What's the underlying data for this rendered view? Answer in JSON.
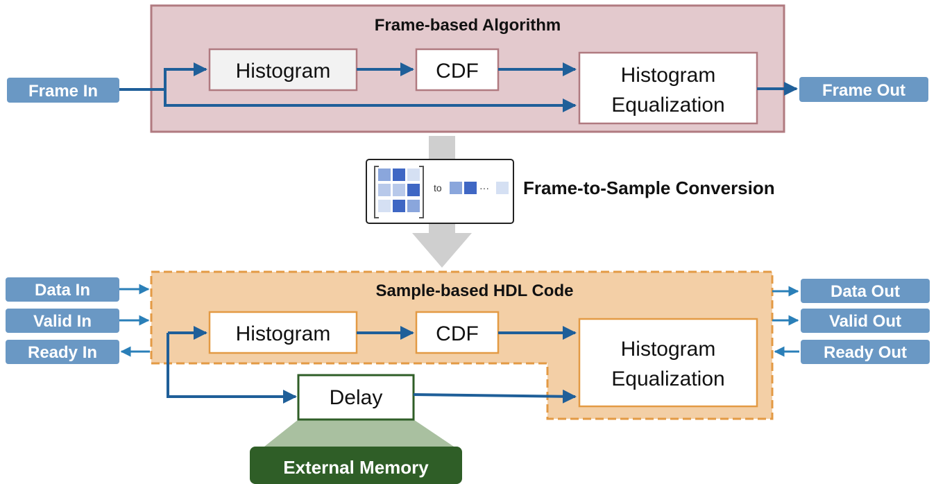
{
  "frame_section": {
    "title": "Frame-based Algorithm",
    "input": "Frame In",
    "output": "Frame Out",
    "blocks": {
      "histogram": "Histogram",
      "cdf": "CDF",
      "equalization_line1": "Histogram",
      "equalization_line2": "Equalization"
    }
  },
  "conversion": {
    "label": "Frame-to-Sample Conversion",
    "icon_to": "to",
    "icon_ellipsis": "···"
  },
  "sample_section": {
    "title": "Sample-based HDL Code",
    "inputs": [
      "Data In",
      "Valid In",
      "Ready In"
    ],
    "outputs": [
      "Data Out",
      "Valid Out",
      "Ready Out"
    ],
    "blocks": {
      "histogram": "Histogram",
      "cdf": "CDF",
      "equalization_line1": "Histogram",
      "equalization_line2": "Equalization",
      "delay": "Delay"
    },
    "external_memory": "External Memory"
  },
  "colors": {
    "pill": "#6a98c4",
    "arrow": "#1f5f99",
    "frame_fill": "#e3c9cd",
    "frame_border": "#b07a80",
    "sample_fill": "#f3cfa6",
    "sample_border": "#e39a44",
    "memory_fill": "#2f5e27",
    "memory_trap": "#a9c0a0",
    "gray_arrow": "#cfcfcf"
  }
}
